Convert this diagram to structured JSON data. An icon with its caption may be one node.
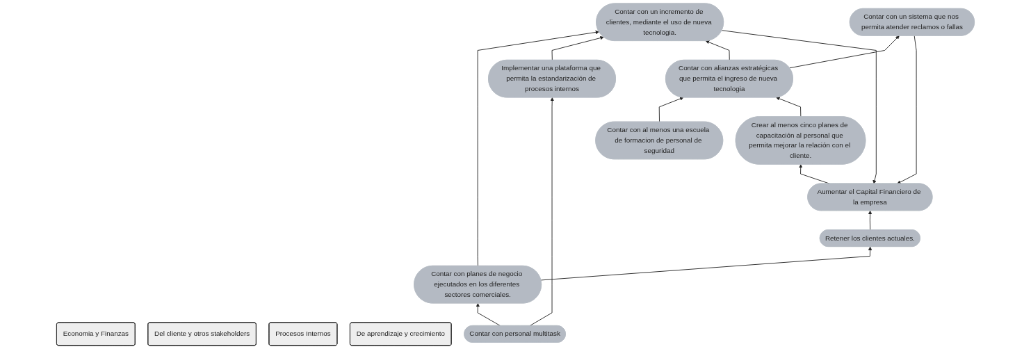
{
  "diagram": {
    "nodes": [
      {
        "text": [
          "Economia y Finanzas"
        ]
      },
      {
        "text": [
          "Aumentar el Capital Financiero de la empresa"
        ]
      },
      {
        "text": [
          "Del cliente y otros stakeholders"
        ]
      },
      {
        "text": [
          "Retener los clientes actuales."
        ]
      },
      {
        "text": [
          "Contar con un incremento de clientes, mediante el uso de nueva tecnologia."
        ]
      },
      {
        "text": [
          "Contar con un sistema que nos permita atender reclamos o fallas"
        ]
      },
      {
        "text": [
          "Procesos Internos"
        ]
      },
      {
        "text": [
          "Implementar una plataforma que permita la estandarización de procesos internos"
        ]
      },
      {
        "text": [
          "Contar con planes de negocio ejecutados en los diferentes sectores comerciales."
        ]
      },
      {
        "text": [
          "Contar con alianzas estratégicas que permita el ingreso de nueva tecnologia"
        ]
      },
      {
        "text": [
          "De aprendizaje y crecimiento"
        ]
      },
      {
        "text": [
          "Contar con personal multitask"
        ]
      },
      {
        "text": [
          "Contar con al menos una escuela de formacion de personal de seguridad"
        ]
      },
      {
        "text": [
          "Crear al menos cinco planes de capacitación al personal que permita mejorar la relación con el cliente."
        ]
      }
    ],
    "edges": [
      {
        "from": 3,
        "to": 1,
        "arrow": "to"
      },
      {
        "from": 4,
        "to": 1,
        "arrow": "to"
      },
      {
        "from": 5,
        "to": 1,
        "arrow": "to"
      },
      {
        "from": 8,
        "to": 4,
        "arrow": "to"
      },
      {
        "from": 8,
        "to": 3,
        "arrow": "to"
      },
      {
        "from": 7,
        "to": 4,
        "arrow": "to"
      },
      {
        "from": 9,
        "to": 4,
        "arrow": "to"
      },
      {
        "from": 9,
        "to": 5,
        "arrow": "to"
      },
      {
        "from": 11,
        "to": 7,
        "arrow": "to"
      },
      {
        "from": 11,
        "to": 8,
        "arrow": "to"
      },
      {
        "from": 12,
        "to": 9,
        "arrow": "to"
      },
      {
        "from": 13,
        "to": 9,
        "arrow": "to"
      },
      {
        "from": 1,
        "to": 13,
        "arrow": "to"
      }
    ]
  }
}
